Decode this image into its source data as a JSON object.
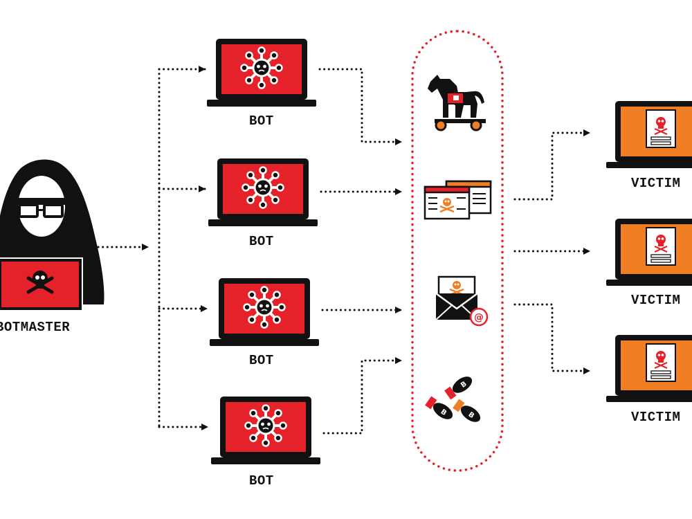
{
  "diagram": {
    "botmaster_label": "BOTMASTER",
    "bots": [
      {
        "label": "BOT"
      },
      {
        "label": "BOT"
      },
      {
        "label": "BOT"
      },
      {
        "label": "BOT"
      }
    ],
    "attack_vectors": [
      {
        "icon": "trojan-horse-icon"
      },
      {
        "icon": "infected-windows-icon"
      },
      {
        "icon": "phishing-email-icon"
      },
      {
        "icon": "bombs-icon"
      }
    ],
    "victims": [
      {
        "label": "VICTIM"
      },
      {
        "label": "VICTIM"
      },
      {
        "label": "VICTIM"
      }
    ],
    "colors": {
      "bot_screen": "#e52129",
      "victim_screen": "#ef7f22",
      "outline": "#111111",
      "capsule": "#e52129"
    }
  }
}
